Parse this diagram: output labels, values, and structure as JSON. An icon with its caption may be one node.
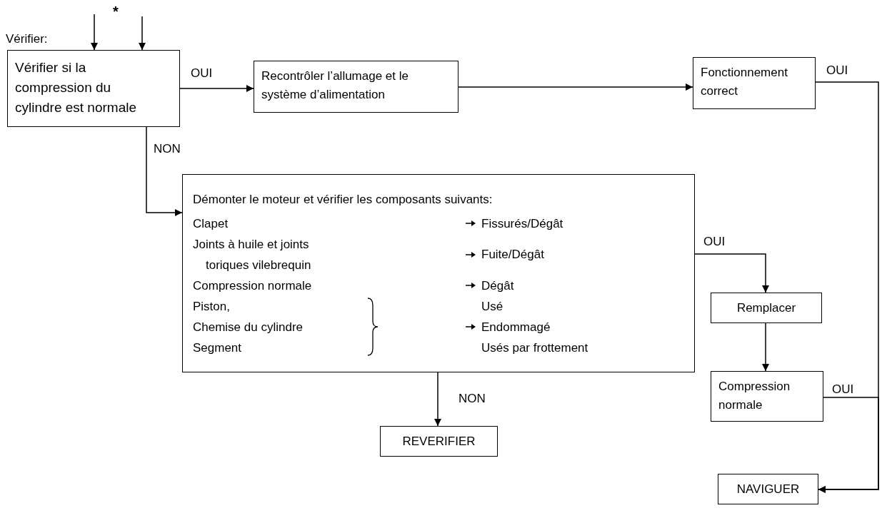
{
  "diagram": {
    "nodes": [
      {
        "text": [
          "Vérifier si la compression du cylindre est normale"
        ],
        "beside": [
          "Vérifier:"
        ]
      },
      {
        "text": [
          "Recontrôler l’allumage et le système d’alimentation"
        ]
      },
      {
        "text": [
          "Fonctionnement correct"
        ]
      },
      {
        "text": [
          "Démonter le moteur et vérifier les composants suivants:",
          "Clapet",
          "Fissurés/Dégât",
          "Joints à huile et joints toriques vilebrequin",
          "Fuite/Dégât",
          "Compression normale",
          "Dégât",
          "Piston,",
          "Usé",
          "Chemise du cylindre",
          "Endommagé",
          "Segment",
          "Usés par frottement"
        ]
      },
      {
        "text": [
          "Remplacer"
        ]
      },
      {
        "text": [
          "Compression normale"
        ]
      },
      {
        "text": [
          "REVERIFIER"
        ]
      },
      {
        "text": [
          "NAVIGUER"
        ]
      }
    ],
    "edges": [
      {
        "from": null,
        "to": 0,
        "arrow": "to"
      },
      {
        "from": null,
        "to": 0,
        "arrow": "to"
      },
      {
        "from": 0,
        "to": 1,
        "arrow": "to",
        "label": "OUI"
      },
      {
        "from": 1,
        "to": 2,
        "arrow": "to"
      },
      {
        "from": 0,
        "to": 3,
        "arrow": "to",
        "label": "NON"
      },
      {
        "from": 3,
        "to": 4,
        "arrow": "to",
        "label": "OUI"
      },
      {
        "from": 4,
        "to": 5,
        "arrow": "to"
      },
      {
        "from": 3,
        "to": 6,
        "arrow": "to",
        "label": "NON"
      },
      {
        "from": 2,
        "to": 7,
        "arrow": "to",
        "label": "OUI"
      },
      {
        "from": 5,
        "to": 7,
        "arrow": "to",
        "label": "OUI"
      }
    ],
    "labels": [
      "*"
    ]
  }
}
